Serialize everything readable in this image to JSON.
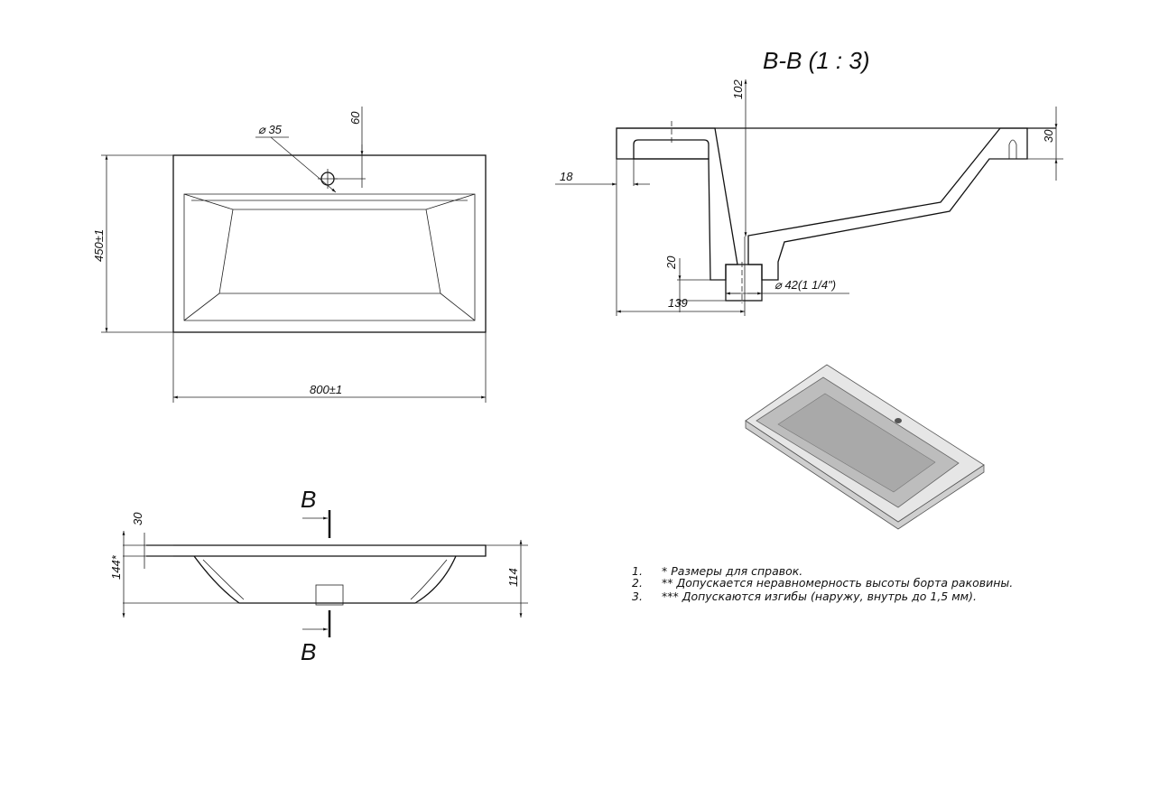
{
  "section_title": "B-B (1 : 3)",
  "top_view": {
    "width_dim": "800±1",
    "depth_dim": "450±1",
    "hole_dim": "⌀ 35",
    "hole_offset_dim": "60"
  },
  "side_view": {
    "rim_dim": "30",
    "height_ref_dim": "144*",
    "depth_dim": "114",
    "section_label_top": "B",
    "section_label_bottom": "B"
  },
  "section_view": {
    "depth_dim": "102",
    "rim_dim": "30",
    "wall_dim": "18",
    "drain_height_dim": "20",
    "drain_offset_dim": "139",
    "drain_diameter_dim": "⌀ 42(1 1/4\")"
  },
  "notes": [
    {
      "num": "1.",
      "text": "*  Размеры для справок."
    },
    {
      "num": "2.",
      "text": "** Допускается неравномерность высоты борта раковины."
    },
    {
      "num": "3.",
      "text": "*** Допускаются изгибы (наружу, внутрь до 1,5 мм)."
    }
  ]
}
